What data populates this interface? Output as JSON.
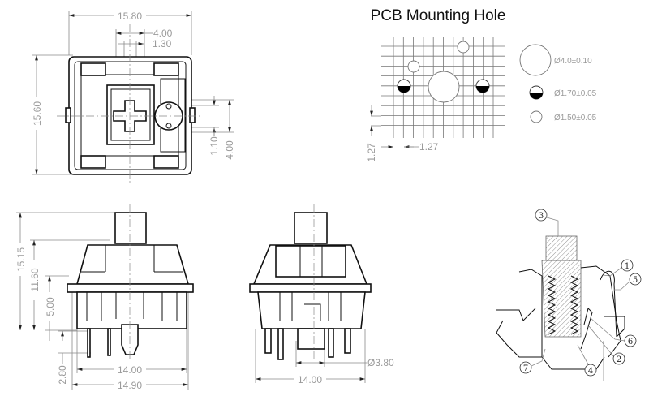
{
  "title": "PCB Mounting Hole",
  "top_view": {
    "width": "15.80",
    "stem_outer": "4.00",
    "stem_inner": "1.30",
    "height": "15.60",
    "led_inner": "1.10",
    "led_outer": "4.00"
  },
  "side_view": {
    "total_height": "15.15",
    "top_height": "11.60",
    "bottom_height": "5.00",
    "pin_length": "2.80",
    "body_width": "14.00",
    "flange_width": "14.90"
  },
  "front_view": {
    "stem_diameter": "Ø3.80",
    "body_width": "14.00"
  },
  "pcb_grid": {
    "pitch_x": "1.27",
    "pitch_y": "1.27"
  },
  "legend": [
    {
      "symbol": "large-hole",
      "label": "Ø4.0±0.10"
    },
    {
      "symbol": "half-filled-hole",
      "label": "Ø1.70±0.05"
    },
    {
      "symbol": "small-hole",
      "label": "Ø1.50±0.05"
    }
  ],
  "callouts": [
    "1",
    "2",
    "3",
    "4",
    "5",
    "6",
    "7"
  ]
}
